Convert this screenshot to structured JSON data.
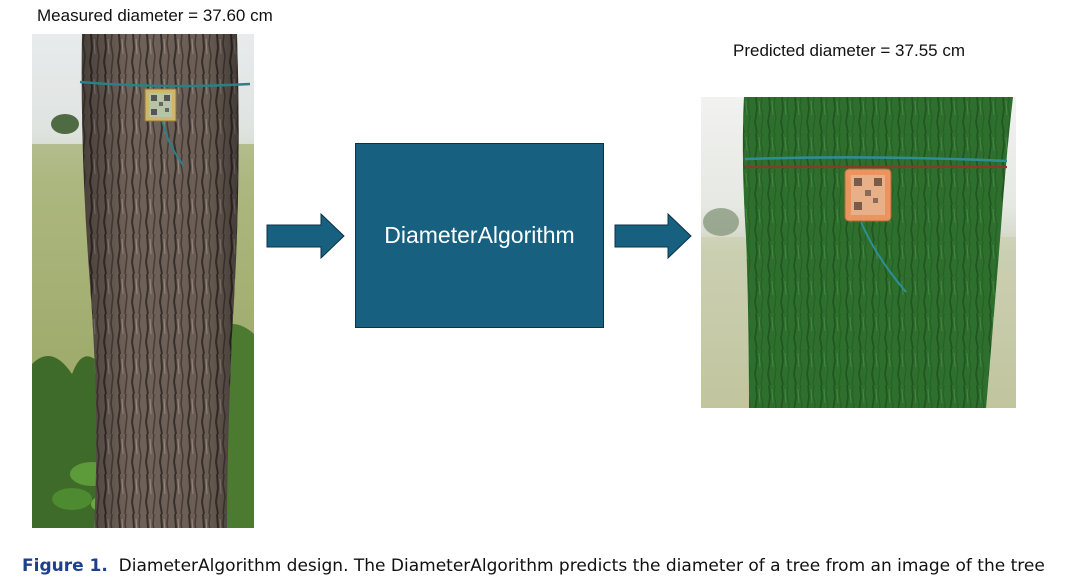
{
  "measured_label": "Measured diameter = 37.60 cm",
  "predicted_label": "Predicted diameter = 37.55 cm",
  "algorithm_box_label": "DiameterAlgorithm",
  "caption": {
    "figure_label": "Figure 1.",
    "text": "DiameterAlgorithm design. The DiameterAlgorithm predicts the diameter of a tree from an image of the tree"
  },
  "colors": {
    "box_fill": "#17607f",
    "arrow_fill": "#17607f",
    "segmentation_mask": "#2e7d32",
    "tag_highlight": "#ff9a66",
    "caption_label": "#1e3f8c"
  }
}
